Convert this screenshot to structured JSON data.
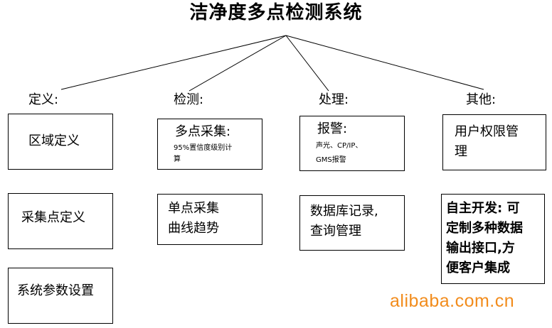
{
  "title": "洁净度多点检测系统",
  "categories": {
    "definition": "定义:",
    "detection": "检测:",
    "processing": "处理:",
    "other": "其他:"
  },
  "definition_boxes": [
    "区域定义",
    "采集点定义",
    "系统参数设置"
  ],
  "detection_boxes": {
    "multi_title": "多点采集:",
    "multi_sub_1": "95%置信度级别计",
    "multi_sub_2": "算",
    "single_line_1": "单点采集",
    "single_line_2": "曲线趋势"
  },
  "processing_boxes": {
    "alarm_title": "报警:",
    "alarm_sub_1": "声光、CP/IP、",
    "alarm_sub_2": "GMS报警",
    "db_line_1": "数据库记录,",
    "db_line_2": "查询管理"
  },
  "other_boxes": {
    "perm_line_1": "用户权限管",
    "perm_line_2": "理",
    "dev_line_1": "自主开发: 可",
    "dev_line_2": "定制多种数据",
    "dev_line_3": "输出接口,方",
    "dev_line_4": "便客户集成"
  },
  "watermark": "alibaba.com.cn"
}
